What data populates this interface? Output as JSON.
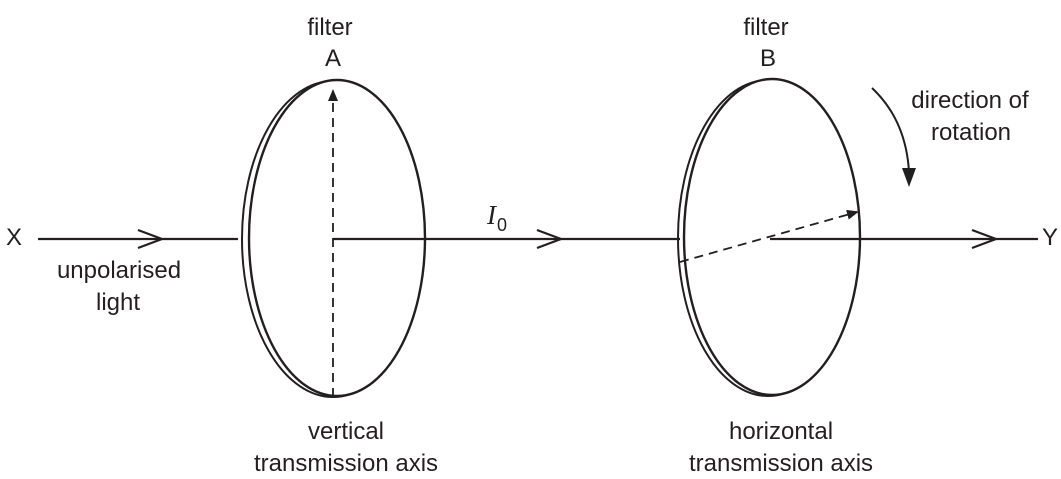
{
  "labels": {
    "filter_a_word": "filter",
    "filter_a_letter": "A",
    "filter_b_word": "filter",
    "filter_b_letter": "B",
    "point_x": "X",
    "point_y": "Y",
    "input_line1": "unpolarised",
    "input_line2": "light",
    "intensity_symbol": "I",
    "intensity_subscript": "0",
    "rotation_line1": "direction of",
    "rotation_line2": "rotation",
    "axis_a_line1": "vertical",
    "axis_a_line2": "transmission axis",
    "axis_b_line1": "horizontal",
    "axis_b_line2": "transmission axis"
  },
  "colors": {
    "ink": "#231f20",
    "background": "#ffffff"
  }
}
